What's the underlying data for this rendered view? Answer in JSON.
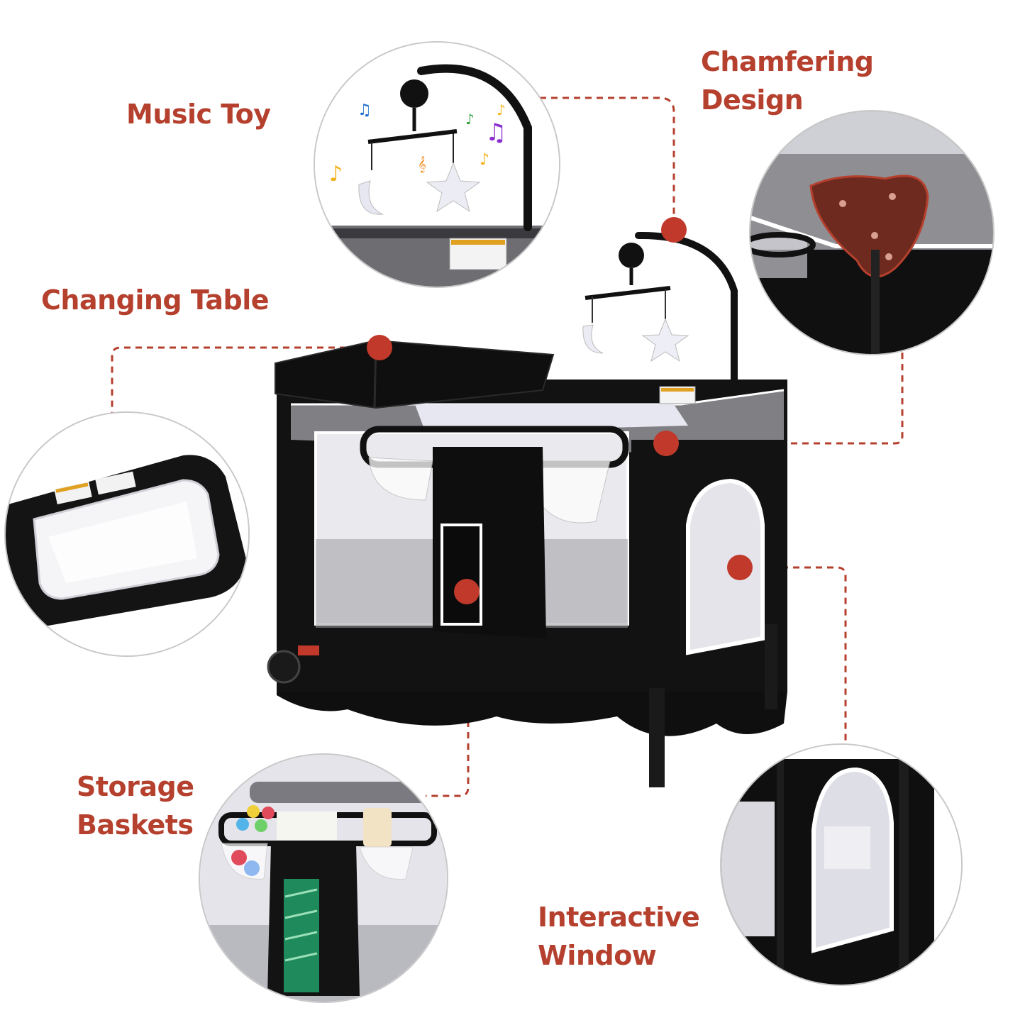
{
  "labels": {
    "music_toy": "Music Toy",
    "chamfering_line1": "Chamfering",
    "chamfering_line2": "Design",
    "changing_table": "Changing Table",
    "storage_line1": "Storage",
    "storage_line2": "Baskets",
    "interactive_line1": "Interactive",
    "interactive_line2": "Window"
  },
  "colors": {
    "label_text": "#b5402e",
    "callout_dot": "#c0392b",
    "leader_line": "#b5402e",
    "fabric": "#111111",
    "mesh": "#e9e9ee",
    "gray_panel": "#7f7f84",
    "circle_border": "#c8c8c8"
  },
  "icons": {
    "music_notes": "music-note-icon",
    "warning_label": "warning-sticker-icon"
  }
}
